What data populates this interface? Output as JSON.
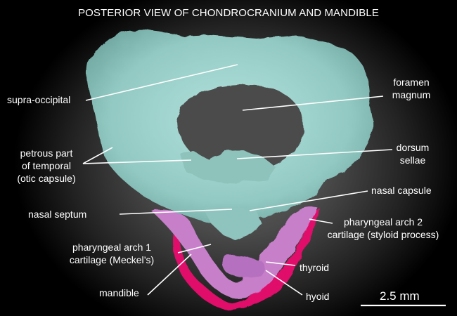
{
  "title": "POSTERIOR VIEW OF CHONDROCRANIUM AND MANDIBLE",
  "labels": {
    "supra_occipital": "supra-occipital",
    "foramen_magnum_1": "foramen",
    "foramen_magnum_2": "magnum",
    "petrous_1": "petrous part",
    "petrous_2": "of temporal",
    "petrous_3": "(otic capsule)",
    "dorsum_sellae_1": "dorsum",
    "dorsum_sellae_2": "sellae",
    "nasal_capsule": "nasal capsule",
    "nasal_septum": "nasal septum",
    "arch2_1": "pharyngeal arch 2",
    "arch2_2": "cartilage (styloid process)",
    "arch1_1": "pharyngeal arch 1",
    "arch1_2": "cartilage (Meckel’s)",
    "thyroid": "thyroid",
    "mandible": "mandible",
    "hyoid": "hyoid"
  },
  "scale_bar": {
    "label": "2.5 mm"
  },
  "colors": {
    "chondrocranium": "#9fd3cd",
    "chondrocranium_shade": "#7fb8b2",
    "pharyngeal_arch": "#c77fc9",
    "mandible": "#e0106a",
    "label_text": "#ffffff",
    "leader_line": "#ffffff",
    "background": "#000000"
  }
}
